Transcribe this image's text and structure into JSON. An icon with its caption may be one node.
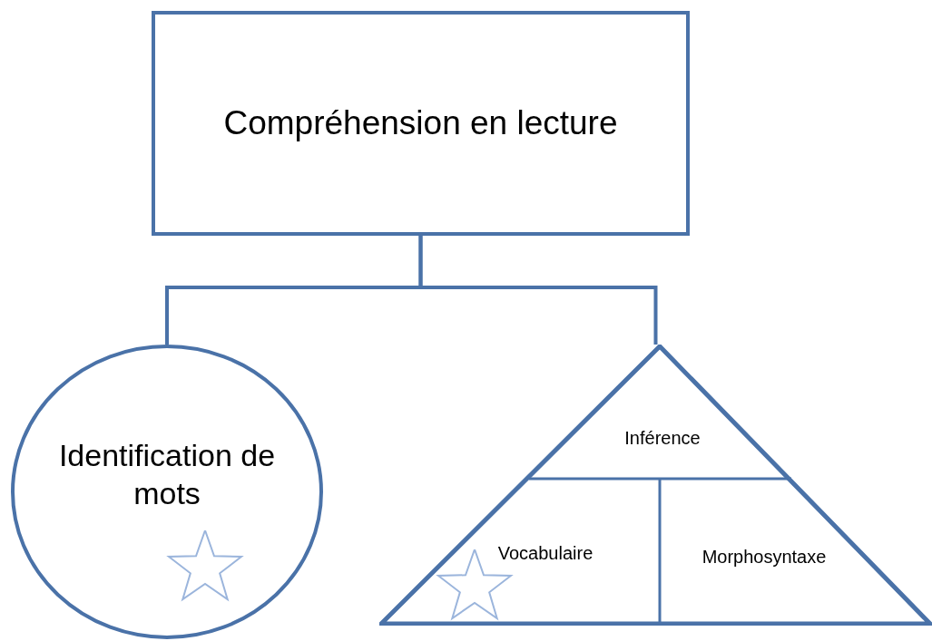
{
  "diagram": {
    "nodes": [
      {
        "text": [
          "Compréhension en lecture"
        ]
      },
      {
        "text": [
          "Identification de mots"
        ]
      },
      {
        "text": [],
        "shape": "triangle"
      },
      {
        "text": [
          "Inférence"
        ],
        "in": 2
      },
      {
        "text": [
          "Vocabulaire"
        ],
        "in": 2
      },
      {
        "text": [
          "Morphosyntaxe"
        ],
        "in": 2
      }
    ],
    "edges": [
      {
        "from": 0,
        "to": 1,
        "arrow": "none"
      },
      {
        "from": 0,
        "to": 2,
        "arrow": "none"
      }
    ]
  }
}
